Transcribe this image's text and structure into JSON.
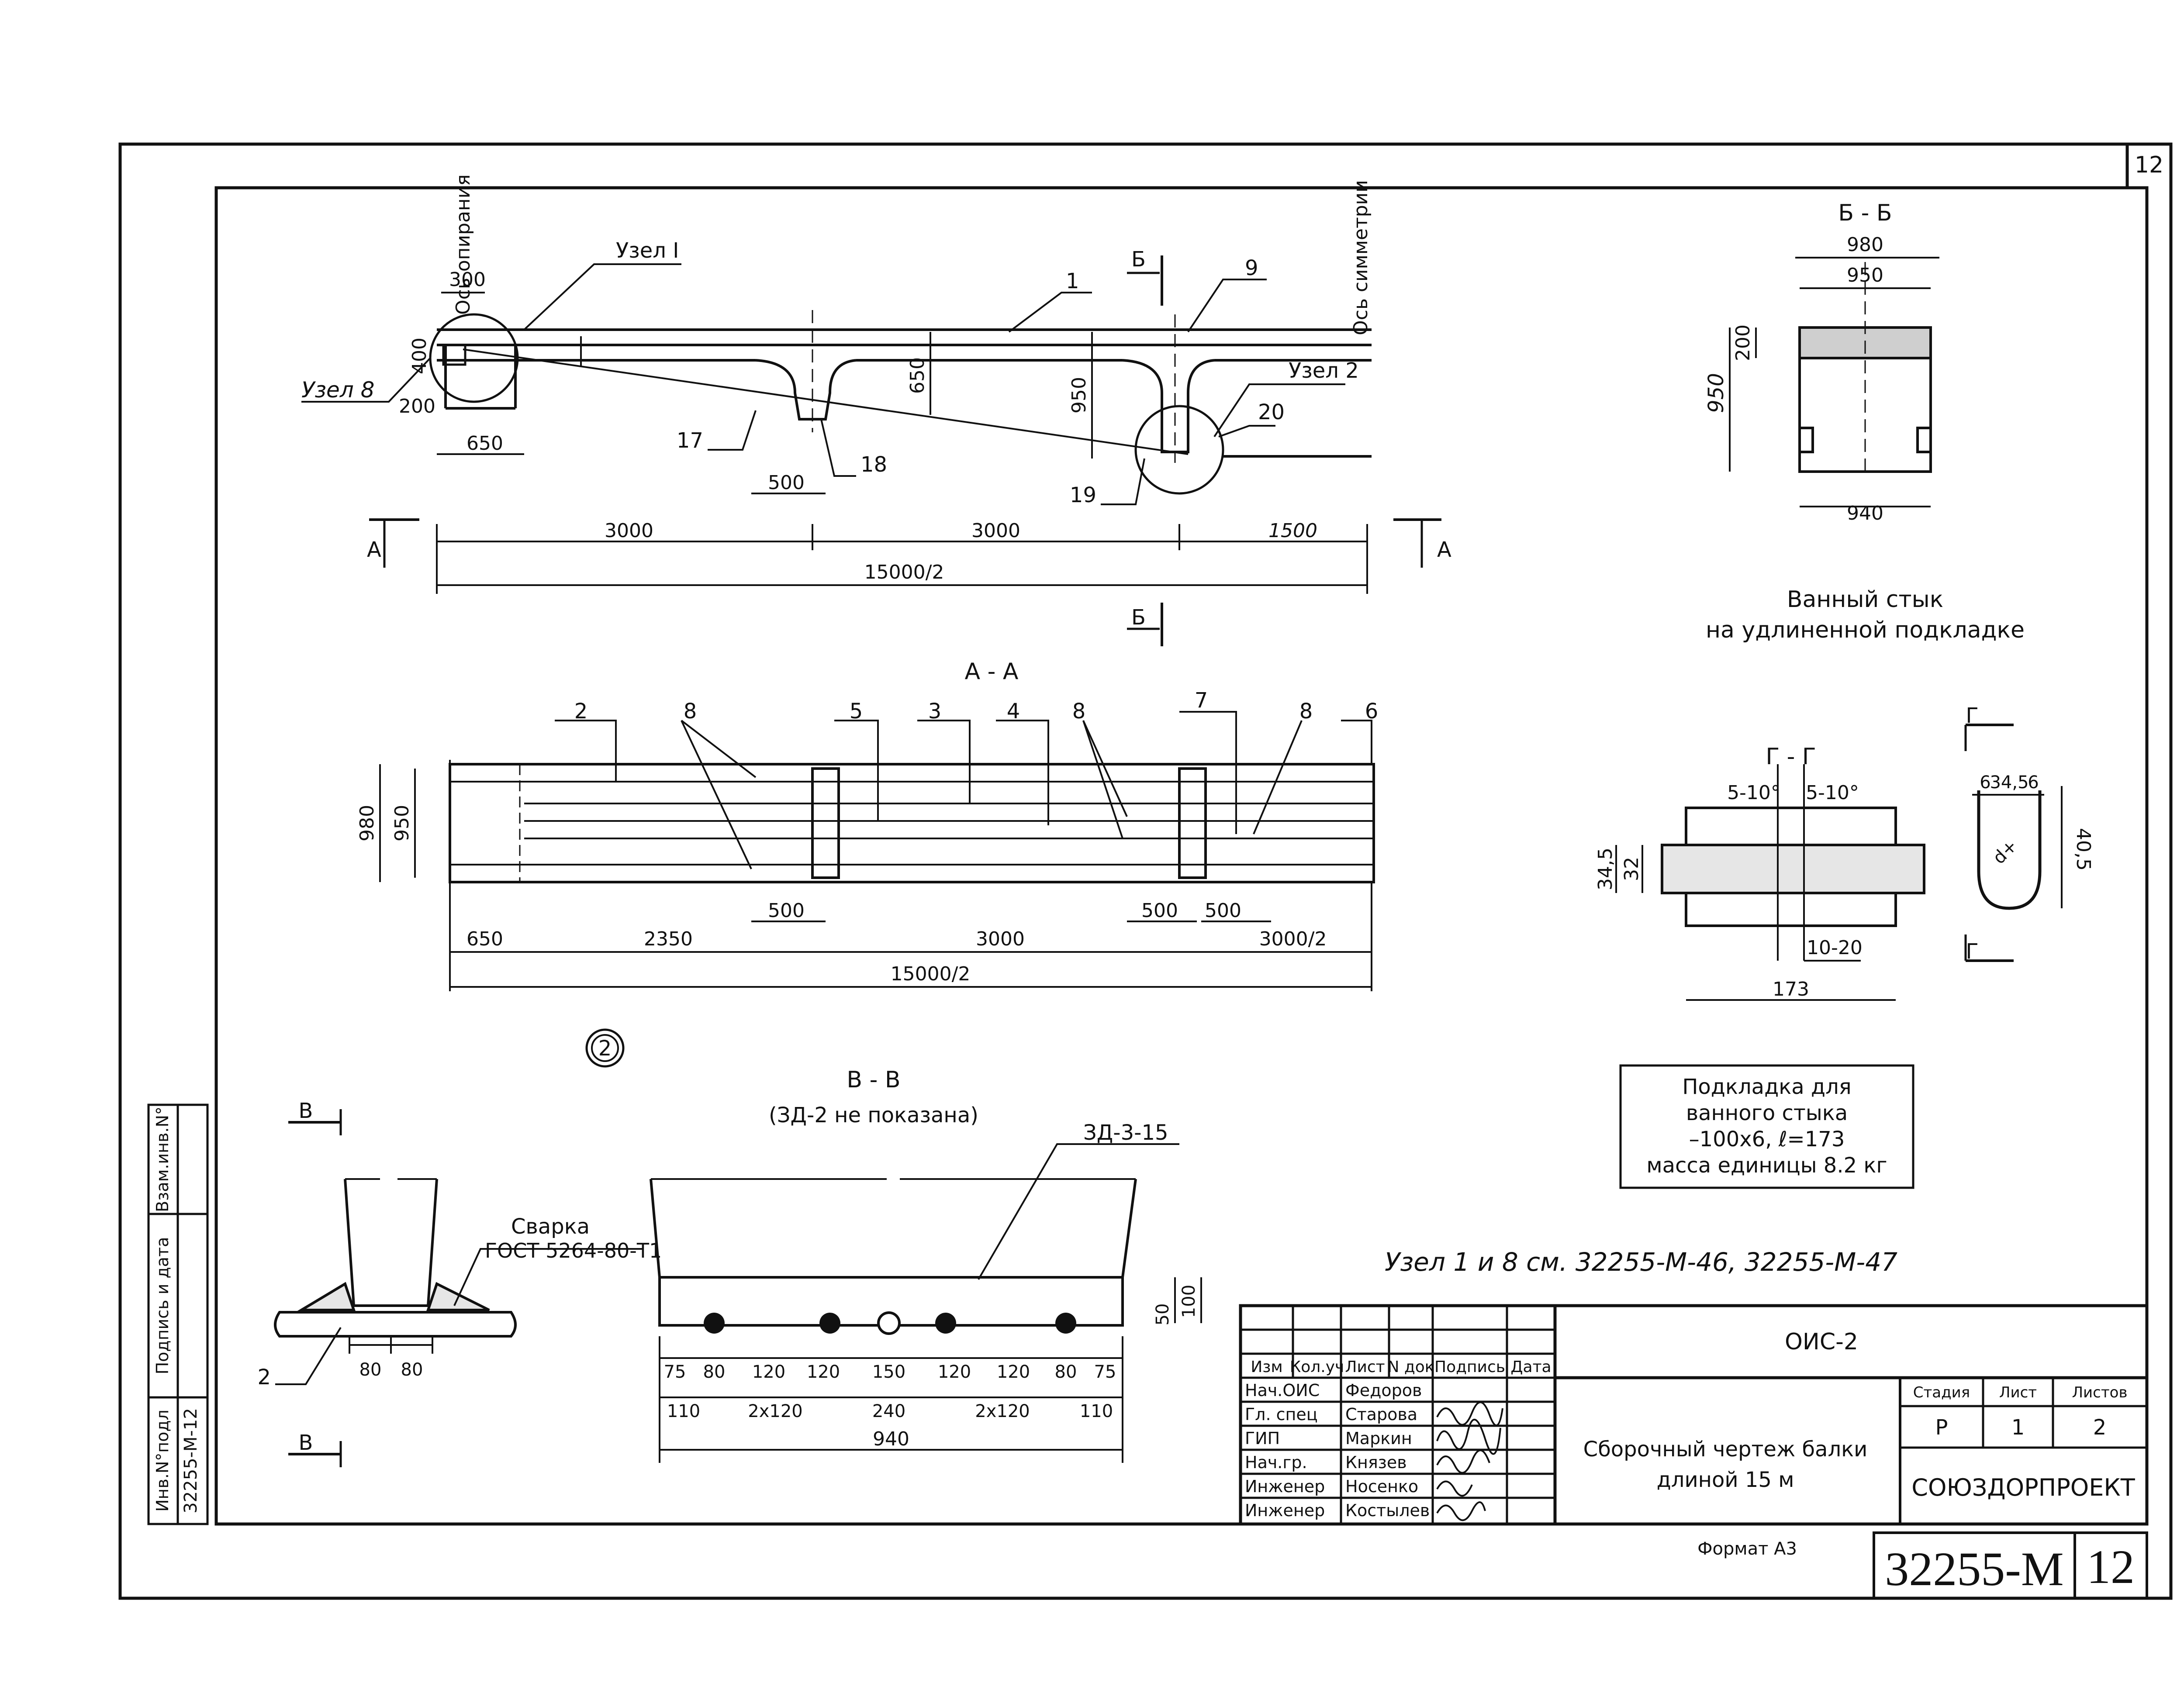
{
  "sheet_corner": "12",
  "top_view": {
    "os_opiraniya": "Ось опирания",
    "os_simmetrii": "Ось симметрии",
    "uzel1": "Узел I",
    "uzel8": "Узел 8",
    "uzel2": "Узел 2",
    "dim_300": "300",
    "dim_400": "400",
    "dim_200": "200",
    "dim_650": "650",
    "dim_650v": "650",
    "dim_950": "950",
    "dim_500": "500",
    "dim_3000a": "3000",
    "dim_3000b": "3000",
    "dim_1500": "1500",
    "dim_total": "15000/2",
    "pos1": "1",
    "pos9": "9",
    "pos17": "17",
    "pos18": "18",
    "pos19": "19",
    "pos20": "20",
    "sec_b": "Б",
    "sec_a": "А"
  },
  "section_bb": {
    "title": "Б - Б",
    "dim_980": "980",
    "dim_950": "950",
    "dim_200": "200",
    "dim_950v": "950",
    "dim_940": "940"
  },
  "bath_joint": {
    "line1": "Ванный стык",
    "line2": "на удлиненной подкладке"
  },
  "section_aa": {
    "title": "А - А",
    "pos2": "2",
    "pos8a": "8",
    "pos5": "5",
    "pos3": "3",
    "pos4": "4",
    "pos8b": "8",
    "pos7": "7",
    "pos8c": "8",
    "pos6": "6",
    "dim_980": "980",
    "dim_950": "950",
    "dim_500a": "500",
    "dim_500b": "500",
    "dim_500c": "500",
    "dim_650": "650",
    "dim_2350": "2350",
    "dim_3000": "3000",
    "dim_3000_2": "3000/2",
    "dim_total": "15000/2"
  },
  "section_gg": {
    "title": "Г - Г",
    "angle_l": "5-10°",
    "angle_r": "5-10°",
    "dim_345": "34,5",
    "dim_32": "32",
    "dim_1020": "10-20",
    "dim_173": "173",
    "sec_g": "Г",
    "dim_6a": "6",
    "dim_345b": "34,5",
    "dim_6b": "6",
    "dim_405": "40,5",
    "diam": "d+"
  },
  "circle_mark": "2",
  "section_vv": {
    "title": "В - В",
    "subtitle": "(ЗД-2 не показана)",
    "zd_label": "ЗД-3-15",
    "dim_50": "50",
    "dim_100": "100",
    "row1": [
      "75",
      "80",
      "120",
      "120",
      "150",
      "120",
      "120",
      "80",
      "75"
    ],
    "row2": [
      "110",
      "2x120",
      "240",
      "2x120",
      "110"
    ],
    "dim_940": "940"
  },
  "weld_detail": {
    "sec_v": "В",
    "svarka": "Сварка",
    "gost": "ГОСТ 5264-80-Т1",
    "pos2": "2",
    "dim_80a": "80",
    "dim_80b": "80"
  },
  "podkladka": {
    "line1": "Подкладка для",
    "line2": "ванного стыка",
    "line3": "–100х6,  ℓ=173",
    "line4": "масса единицы 8.2 кг"
  },
  "uzel_note": "Узел 1 и 8  см.  32255-М-46,  32255-М-47",
  "side_stamp": {
    "inv_podl": "Инв.N°подл",
    "inv_podl_val": "32255-М-12",
    "podpis": "Подпись и дата",
    "vzam": "Взам.инв.N°"
  },
  "title_block": {
    "headers": [
      "Изм",
      "Кол.уч",
      "Лист",
      "N док",
      "Подпись",
      "Дата"
    ],
    "people": [
      {
        "role": "Нач.ОИС",
        "name": "Федоров"
      },
      {
        "role": "Гл. спец",
        "name": "Старова"
      },
      {
        "role": "ГИП",
        "name": "Маркин"
      },
      {
        "role": "Нач.гр.",
        "name": "Князев"
      },
      {
        "role": "Инженер",
        "name": "Носенко"
      },
      {
        "role": "Инженер",
        "name": "Костылев"
      }
    ],
    "project": "ОИС-2",
    "drawing_title_1": "Сборочный чертеж балки",
    "drawing_title_2": "длиной  15 м",
    "stage_label": "Стадия",
    "sheet_label": "Лист",
    "sheets_label": "Листов",
    "stage": "Р",
    "sheet": "1",
    "sheets": "2",
    "org": "СОЮЗДОРПРОЕКТ",
    "format": "Формат А3",
    "code": "32255-М",
    "code_sheet": "12"
  }
}
